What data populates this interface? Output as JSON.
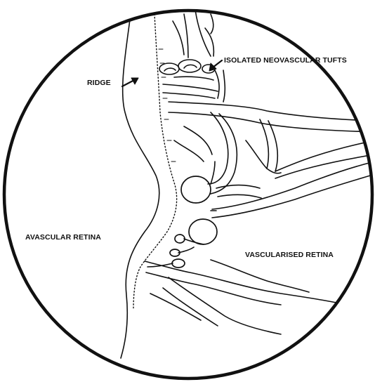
{
  "labels": {
    "ridge": "RIDGE",
    "tufts": "ISOLATED NEOVASCULAR TUFTS",
    "avascular": "AVASCULAR RETINA",
    "vascular": "VASCULARISED RETINA"
  },
  "colors": {
    "ink": "#111111",
    "background": "#ffffff"
  }
}
